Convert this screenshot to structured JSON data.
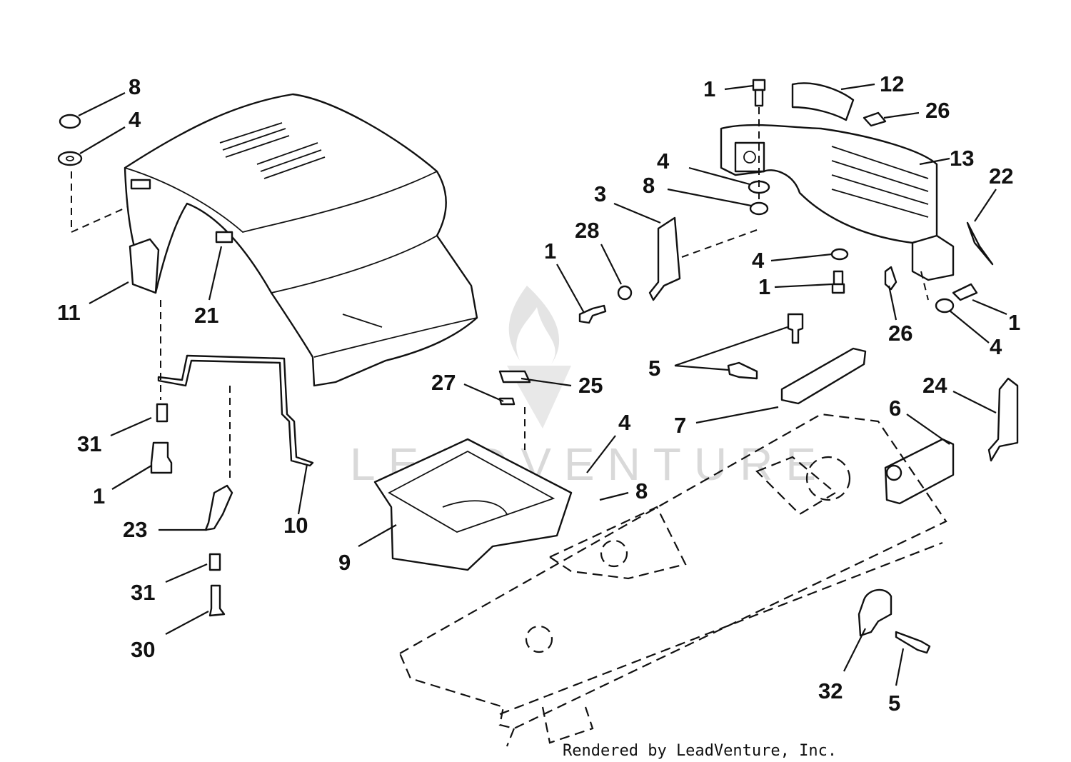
{
  "diagram": {
    "watermark": "LEADVENTURE",
    "footer": "Rendered by LeadVenture, Inc.",
    "callouts": {
      "c8a": "8",
      "c4a": "4",
      "c11": "11",
      "c21": "21",
      "c31a": "31",
      "c1a": "1",
      "c23": "23",
      "c31b": "31",
      "c30": "30",
      "c10": "10",
      "c27": "27",
      "c25": "25",
      "c9": "9",
      "c4b": "4",
      "c8b": "8",
      "c1b": "1",
      "c12": "12",
      "c26a": "26",
      "c13": "13",
      "c4c": "4",
      "c8c": "8",
      "c3": "3",
      "c28": "28",
      "c1c": "1",
      "c22": "22",
      "c4d": "4",
      "c1d": "1",
      "c26b": "26",
      "c1e": "1",
      "c4e": "4",
      "c5a": "5",
      "c7": "7",
      "c24": "24",
      "c6": "6",
      "c32": "32",
      "c5b": "5"
    }
  }
}
